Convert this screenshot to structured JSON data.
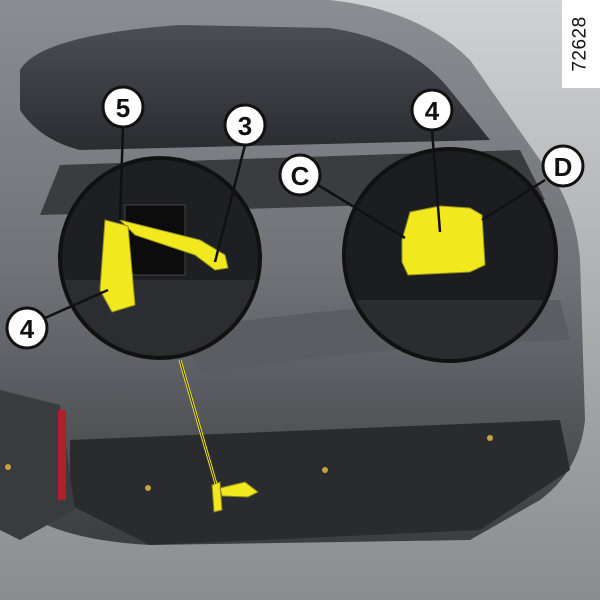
{
  "reference_number": "72628",
  "callouts": {
    "left_top_5": "5",
    "left_top_3": "3",
    "left_bottom_4": "4",
    "right_top_4": "4",
    "right_c": "C",
    "right_d": "D"
  },
  "colors": {
    "highlight": "#f2e81e",
    "car_body": "#6b6e73",
    "ground": "#8e9093"
  }
}
